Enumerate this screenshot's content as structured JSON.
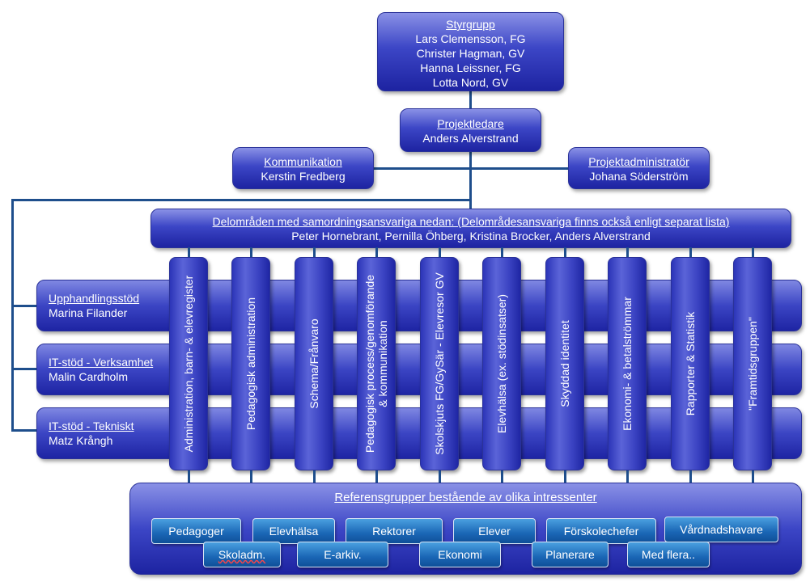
{
  "styrgrupp": {
    "title": "Styrgrupp",
    "members": [
      "Lars Clemensson, FG",
      "Christer Hagman, GV",
      "Hanna Leissner, FG",
      "Lotta Nord, GV"
    ]
  },
  "projektledare": {
    "title": "Projektledare",
    "name": "Anders Alverstrand"
  },
  "kommunikation": {
    "title": "Kommunikation",
    "name": "Kerstin Fredberg"
  },
  "projektadministrator": {
    "title": "Projektadministratör",
    "name": "Johana Söderström"
  },
  "delomraden": {
    "title": "Delområden med samordningsansvariga nedan: (Delområdesansvariga finns också enligt separat lista)",
    "names": "Peter Hornebrant, Pernilla Öhberg, Kristina Brocker, Anders Alverstrand"
  },
  "bands": [
    {
      "title": "Upphandlingsstöd",
      "name": "Marina Filander"
    },
    {
      "title": "IT-stöd - Verksamhet",
      "name": "Malin Cardholm"
    },
    {
      "title": "IT-stöd - Tekniskt",
      "name": "Matz Krångh"
    }
  ],
  "columns": [
    {
      "lines": [
        "Administration, barn- & elevregister"
      ]
    },
    {
      "lines": [
        "Pedagogisk administration"
      ]
    },
    {
      "lines": [
        "Schema/Frånvaro"
      ]
    },
    {
      "lines": [
        "Pedagogisk process/genomförande",
        "& kommunikation"
      ]
    },
    {
      "lines": [
        "Skolskjuts FG/GySär - Elevresor GV"
      ]
    },
    {
      "lines": [
        "Elevhälsa (ex. stödinsatser)"
      ]
    },
    {
      "lines": [
        "Skyddad identitet"
      ]
    },
    {
      "lines": [
        "Ekonomi- & betalströmmar"
      ]
    },
    {
      "lines": [
        "Rapporter & Statistik"
      ]
    },
    {
      "lines": [
        "\"Framtidsgruppen\""
      ]
    }
  ],
  "referens": {
    "title": "Referensgrupper bestående  av olika intressenter",
    "groups": [
      "Pedagoger",
      "Elevhälsa",
      "Rektorer",
      "Elever",
      "Förskolechefer",
      "Vårdnadshavare",
      "Skoladm.",
      "E-arkiv.",
      "Ekonomi",
      "Planerare",
      "Med flera.."
    ]
  }
}
